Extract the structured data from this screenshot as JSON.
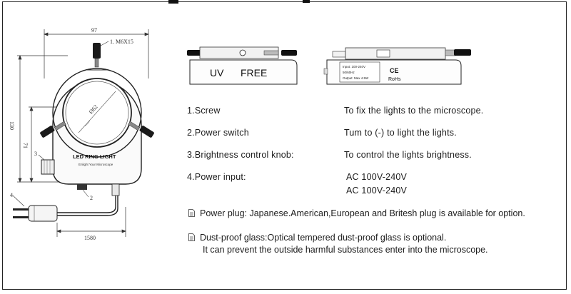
{
  "top_title": "g                     p",
  "dimensions": {
    "width": "97",
    "screw_callout": "1. M6X15",
    "height": "130",
    "side": "71",
    "knob_callout": "3",
    "plug_callout": "4",
    "cord_callout": "2",
    "cable_length": "1580",
    "inner_diameter": "Ø62"
  },
  "ring_label": {
    "main": "LED RING LIGHT",
    "sub": "Enlight Your Microscope"
  },
  "front_view": {
    "label_uv": "UV",
    "label_free": "FREE"
  },
  "rear_view": {
    "spec_text_1": "Input: 100-240V",
    "spec_text_2": "50/60Hz",
    "spec_text_3": "Output: Max 4.5W",
    "ce_mark": "CE",
    "rohs_mark": "RoHs"
  },
  "specs": [
    {
      "label": "1.Screw",
      "desc": "To fix the lights to the microscope."
    },
    {
      "label": "2.Power switch",
      "desc": "Tum to (-) to light the lights."
    },
    {
      "label": "3.Brightness control knob:",
      "desc": "To control the lights brightness."
    },
    {
      "label": "4.Power input:",
      "desc": "AC 100V-240V",
      "desc2": "AC 100V-240V"
    }
  ],
  "notes": [
    {
      "lines": [
        "Power plug: Japanese.American,European and Britesh plug is available for option."
      ]
    },
    {
      "lines": [
        "Dust-proof glass:Optical tempered dust-proof glass is optional.",
        "It can prevent the outside harmful substances enter into the microscope."
      ]
    }
  ]
}
